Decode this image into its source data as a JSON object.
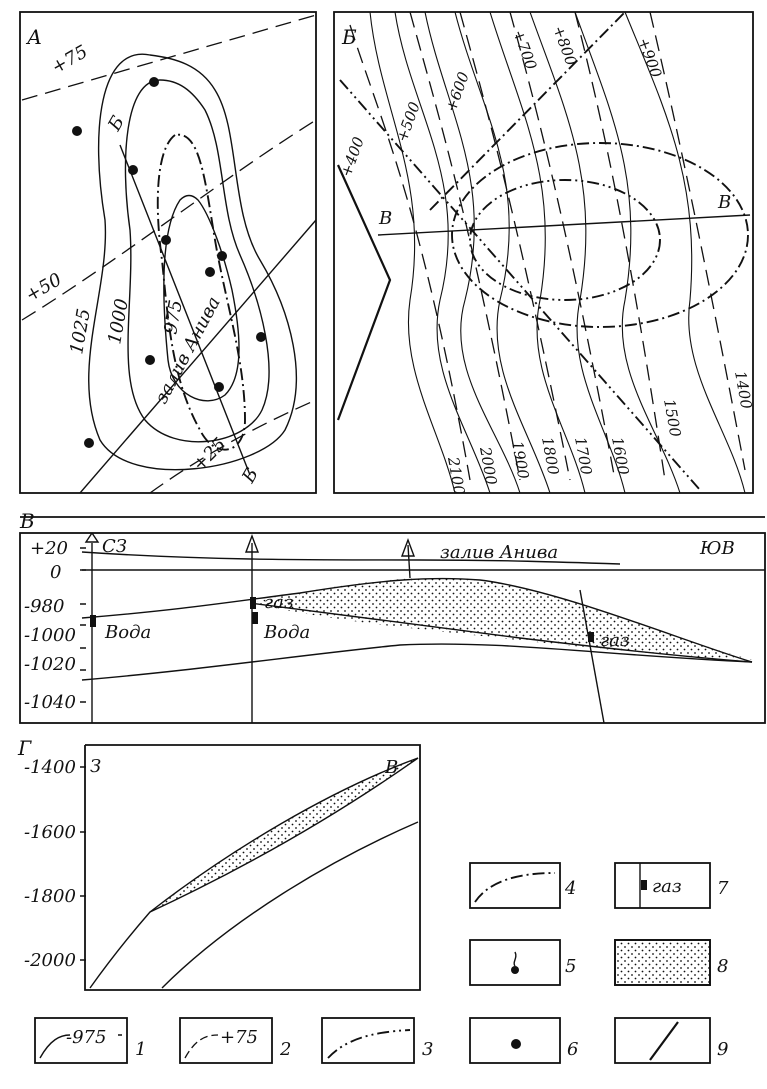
{
  "panel_a": {
    "letter": "А",
    "contours": [
      "1025",
      "1000",
      "975"
    ],
    "isolines": [
      "+75",
      "+50",
      "+25"
    ],
    "water_label": "залив Анива",
    "section_letter": "Б"
  },
  "panel_b": {
    "letter": "Б",
    "isolines_top": [
      "+400",
      "+500",
      "+600",
      "+700",
      "+800",
      "+900"
    ],
    "contours_bottom": [
      "2100",
      "2000",
      "1900",
      "1800",
      "1700",
      "1600",
      "1500",
      "1400"
    ],
    "section_letter": "В"
  },
  "panel_v": {
    "letter": "В",
    "y_ticks": [
      "+20",
      "0",
      "-980",
      "-1000",
      "-1020",
      "-1040"
    ],
    "left_label": "СЗ",
    "right_label": "ЮВ",
    "water_label": "залив Анива",
    "gas_label": "газ",
    "water_fluid_label": "Вода"
  },
  "panel_g": {
    "letter": "Г",
    "y_ticks": [
      "-1400",
      "-1600",
      "-1800",
      "-2000"
    ],
    "left_label": "З",
    "right_label": "В"
  },
  "legend": {
    "items": [
      {
        "num": "1",
        "sample": "-975"
      },
      {
        "num": "2",
        "sample": "+75"
      },
      {
        "num": "3",
        "sample": ""
      },
      {
        "num": "4",
        "sample": ""
      },
      {
        "num": "5",
        "sample": ""
      },
      {
        "num": "6",
        "sample": ""
      },
      {
        "num": "7",
        "sample": "газ"
      },
      {
        "num": "8",
        "sample": ""
      },
      {
        "num": "9",
        "sample": ""
      }
    ]
  }
}
